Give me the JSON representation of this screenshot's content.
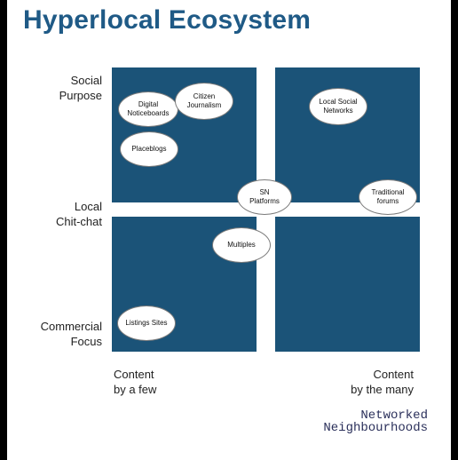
{
  "title": "Hyperlocal Ecosystem",
  "y_axis": {
    "top": [
      "Social",
      "Purpose"
    ],
    "middle": [
      "Local",
      "Chit-chat"
    ],
    "bottom": [
      "Commercial",
      "Focus"
    ]
  },
  "x_axis": {
    "left": [
      "Content",
      "by a few"
    ],
    "right": [
      "Content",
      "by the many"
    ]
  },
  "nodes": {
    "digital_noticeboards": [
      "Digital",
      "Noticeboards"
    ],
    "citizen_journalism": [
      "Citizen",
      "Journalism"
    ],
    "placeblogs": [
      "Placeblogs"
    ],
    "local_social_networks": [
      "Local Social",
      "Networks"
    ],
    "sn_platforms": [
      "SN",
      "Platforms"
    ],
    "traditional_forums": [
      "Traditional",
      "forums"
    ],
    "multiples": [
      "Multiples"
    ],
    "listings_sites": [
      "Listings Sites"
    ]
  },
  "brand": [
    "Networked",
    "Neighbourhoods"
  ],
  "colors": {
    "title": "#1f5a86",
    "quadrant": "#1b5378",
    "background": "#ffffff",
    "frame": "#000000"
  }
}
